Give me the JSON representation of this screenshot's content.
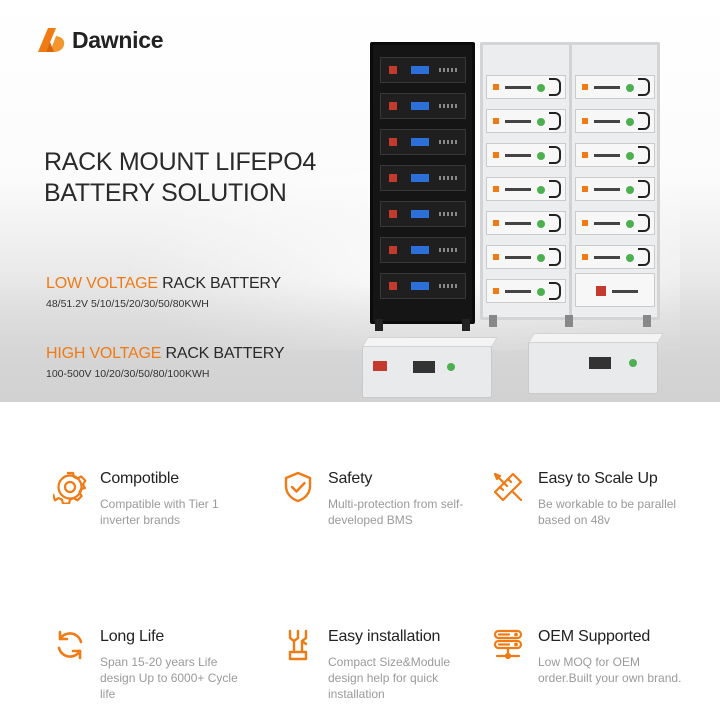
{
  "brand": {
    "name": "Dawnice",
    "accent_color": "#f07a14"
  },
  "hero": {
    "headline_line1": "RACK MOUNT LIFEPO4",
    "headline_line2": "BATTERY SOLUTION",
    "low": {
      "accent": "LOW VOLTAGE",
      "rest": " RACK BATTERY",
      "spec": "48/51.2V 5/10/15/20/30/50/80KWH"
    },
    "high": {
      "accent": "HIGH VOLTAGE",
      "rest": " RACK BATTERY",
      "spec": "100-500V 10/20/30/50/80/100KWH"
    }
  },
  "features": [
    {
      "icon": "gear-icon",
      "title": "Compotible",
      "desc": "Compatible with Tier 1 inverter brands"
    },
    {
      "icon": "shield-check-icon",
      "title": "Safety",
      "desc": "Multi-protection from self-developed BMS"
    },
    {
      "icon": "scale-tools-icon",
      "title": "Easy to Scale Up",
      "desc": "Be workable to be parallel based on 48v"
    },
    {
      "icon": "cycle-icon",
      "title": "Long Life",
      "desc": "Span 15-20 years Life design Up to 6000+ Cycle life"
    },
    {
      "icon": "wrench-icon",
      "title": "Easy installation",
      "desc": "Compact Size&Module design help for quick installation"
    },
    {
      "icon": "server-stack-icon",
      "title": "OEM Supported",
      "desc": "Low MOQ for OEM order.Built your own brand."
    }
  ]
}
